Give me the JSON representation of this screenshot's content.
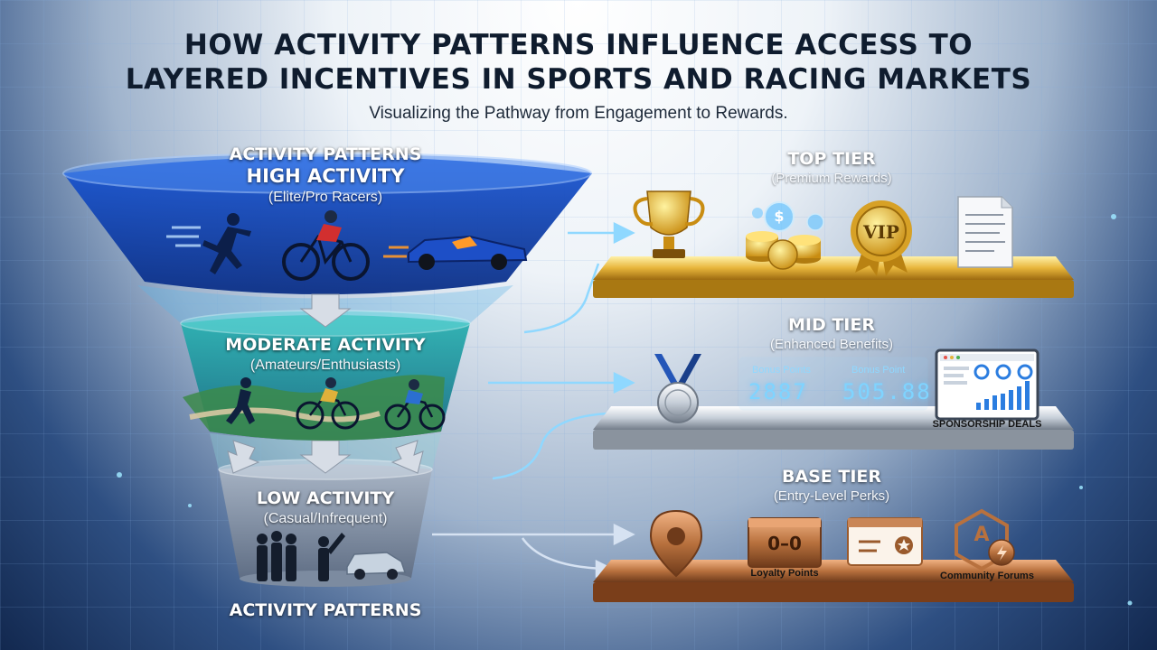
{
  "header": {
    "title_line1": "HOW ACTIVITY PATTERNS INFLUENCE ACCESS TO",
    "title_line2": "LAYERED INCENTIVES IN SPORTS AND RACING MARKETS",
    "subtitle": "Visualizing the Pathway from Engagement to Rewards."
  },
  "funnel": {
    "top_label": "ACTIVITY PATTERNS",
    "bottom_label": "ACTIVITY PATTERNS",
    "levels": [
      {
        "title": "HIGH ACTIVITY",
        "subtitle": "(Elite/Pro Racers)"
      },
      {
        "title": "MODERATE ACTIVITY",
        "subtitle": "(Amateurs/Enthusiasts)"
      },
      {
        "title": "LOW ACTIVITY",
        "subtitle": "(Casual/Infrequent)"
      }
    ]
  },
  "tiers": [
    {
      "title": "TOP TIER",
      "subtitle": "(Premium Rewards)",
      "badge_text": "VIP"
    },
    {
      "title": "MID TIER",
      "subtitle": "(Enhanced Benefits)",
      "bonus": [
        {
          "label": "Bonus Points",
          "value": "2887"
        },
        {
          "label": "Bonus Point",
          "value": "505.88"
        }
      ],
      "item_label": "SPONSORSHIP DEALS"
    },
    {
      "title": "BASE TIER",
      "subtitle": "(Entry-Level Perks)",
      "items": [
        {
          "label": "Loyalty Points",
          "card_text": "0–0"
        },
        {
          "label": "Community Forums"
        }
      ]
    }
  ],
  "colors": {
    "gold": "#d9a521",
    "silver": "#b9c2cc",
    "bronze": "#b8713e",
    "funnel_top": "#1f5fd0",
    "funnel_mid": "#22a3a0",
    "funnel_low": "#8a97ab",
    "arrow": "#7fd0ff"
  },
  "icons": {
    "top_tier": [
      "trophy-icon",
      "coins-icon",
      "vip-badge-icon",
      "contract-document-icon"
    ],
    "mid_tier": [
      "medal-icon",
      "digital-display-icon",
      "dashboard-chart-icon"
    ],
    "base_tier": [
      "location-pin-icon",
      "loyalty-card-icon",
      "voucher-card-icon",
      "community-badge-icon"
    ]
  }
}
